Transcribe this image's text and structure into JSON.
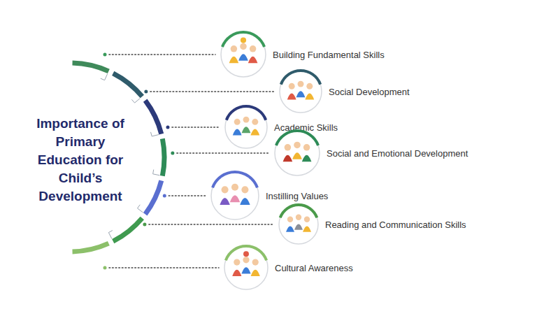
{
  "diagram": {
    "title": "Importance of Primary Education for Child’s Development",
    "nodes": [
      {
        "text": [
          "Building Fundamental Skills"
        ]
      },
      {
        "text": [
          "Social Development"
        ]
      },
      {
        "text": [
          "Academic Skills"
        ]
      },
      {
        "text": [
          "Social and Emotional Development"
        ]
      },
      {
        "text": [
          "Instilling Values"
        ]
      },
      {
        "text": [
          "Reading and Communication Skills"
        ]
      },
      {
        "text": [
          "Cultural Awareness"
        ]
      }
    ]
  }
}
